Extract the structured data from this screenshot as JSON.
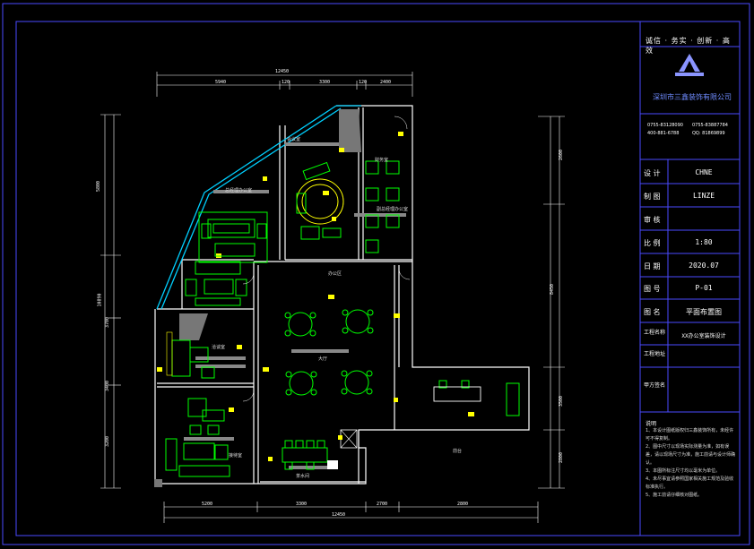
{
  "title_block": {
    "slogan": "诚信 · 务实 · 创新 · 高效",
    "company": "深圳市三鑫装饰有限公司",
    "phone_1": "0755-83128090",
    "phone_2": "0755-83887784",
    "hotline": "400-881-6788",
    "qq": "QQ: 81869899",
    "rows": [
      {
        "label": "设 计",
        "value": "CHNE"
      },
      {
        "label": "制 图",
        "value": "LINZE"
      },
      {
        "label": "审 核",
        "value": ""
      },
      {
        "label": "比 例",
        "value": "1:80"
      },
      {
        "label": "日 期",
        "value": "2020.07"
      },
      {
        "label": "图 号",
        "value": "P-01"
      },
      {
        "label": "图 名",
        "value": "平面布置图"
      },
      {
        "label": "工程名称",
        "value": "XX办公室装饰设计"
      },
      {
        "label": "工程地址",
        "value": ""
      },
      {
        "label": "甲方签名",
        "value": ""
      }
    ],
    "notes_title": "说明",
    "notes": [
      "1、本设计图纸版权归三鑫装饰所有，未经许可不得复制。",
      "2、图中尺寸以现场实际测量为准，如有误差，请以现场尺寸为准，施工前请与设计师确认。",
      "3、本图所标注尺寸均以毫米为单位。",
      "4、未尽事宜请参照国家相关施工规范及验收标准执行。",
      "5、施工前请仔细核对图纸。"
    ]
  },
  "plan": {
    "top_dims": [
      "12450",
      "5940",
      "120",
      "3300",
      "120",
      "2400"
    ],
    "bottom_dims": [
      "12450",
      "5200",
      "3300",
      "2700",
      "2800"
    ],
    "left_dims": [
      "5800",
      "10890",
      "3700",
      "3400",
      "3200"
    ],
    "right_dims": [
      "2600",
      "8450",
      "3500",
      "2800"
    ],
    "room_labels": [
      "总经理办公室",
      "会议室",
      "副总经理办公室",
      "财务室",
      "大厅",
      "办公区",
      "前台",
      "接待室",
      "洽谈室",
      "茶水间"
    ]
  },
  "colors": {
    "border": "#4a4aff",
    "walls": "#ffffff",
    "furniture": "#00ff00",
    "glass": "#00d0ff",
    "labels": "#ffff00"
  }
}
